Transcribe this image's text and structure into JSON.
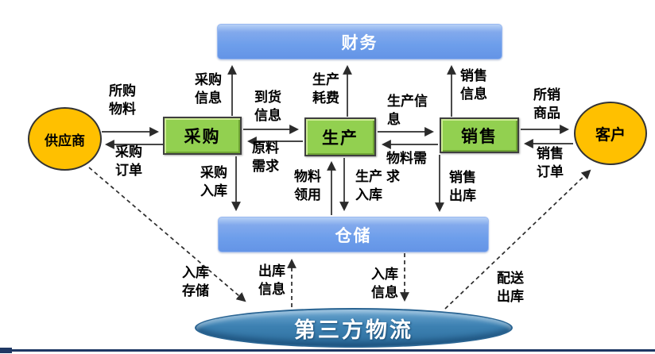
{
  "diagram": {
    "type": "flow-diagram",
    "language": "zh-CN",
    "nodes": {
      "finance": {
        "label": "财务"
      },
      "procurement": {
        "label": "采购"
      },
      "production": {
        "label": "生产"
      },
      "sales": {
        "label": "销售"
      },
      "warehouse": {
        "label": "仓储"
      },
      "supplier": {
        "label": "供应商"
      },
      "customer": {
        "label": "客户"
      },
      "logistics": {
        "label": "第三方物流"
      }
    },
    "edge_labels": {
      "purchased_materials": "所购\n物料",
      "purchase_order": "采购\n订单",
      "procurement_info": "采购\n信息",
      "arrival_info": "到货\n信息",
      "raw_material_demand": "原料\n需求",
      "procurement_inbound": "采购\n入库",
      "production_cost": "生产\n耗费",
      "production_info": "生产信\n息",
      "material_demand": "物料需\n求",
      "material_requisition": "物料\n领用",
      "production_inbound": "生产\n入库",
      "sales_info": "销售\n信息",
      "sold_goods": "所销\n商品",
      "sales_order": "销售\n订单",
      "sales_outbound": "销售\n出库",
      "inbound_storage": "入库\n存储",
      "outbound_info": "出库\n信息",
      "inbound_info": "入库\n信息",
      "delivery_outbound": "配送\n出库"
    },
    "edges": [
      {
        "from": "supplier",
        "to": "procurement",
        "label": "所购物料",
        "style": "solid"
      },
      {
        "from": "procurement",
        "to": "supplier",
        "label": "采购订单",
        "style": "solid"
      },
      {
        "from": "procurement",
        "to": "finance",
        "label": "采购信息",
        "style": "solid"
      },
      {
        "from": "procurement",
        "to": "production",
        "label": "到货信息",
        "style": "solid"
      },
      {
        "from": "production",
        "to": "procurement",
        "label": "原料需求",
        "style": "solid"
      },
      {
        "from": "procurement",
        "to": "warehouse",
        "label": "采购入库",
        "style": "solid"
      },
      {
        "from": "production",
        "to": "finance",
        "label": "生产耗费",
        "style": "solid"
      },
      {
        "from": "production",
        "to": "sales",
        "label": "生产信息",
        "style": "solid"
      },
      {
        "from": "sales",
        "to": "production",
        "label": "物料需求",
        "style": "solid"
      },
      {
        "from": "warehouse",
        "to": "production",
        "label": "物料领用",
        "style": "solid"
      },
      {
        "from": "production",
        "to": "warehouse",
        "label": "生产入库",
        "style": "solid"
      },
      {
        "from": "sales",
        "to": "finance",
        "label": "销售信息",
        "style": "solid"
      },
      {
        "from": "sales",
        "to": "customer",
        "label": "所销商品",
        "style": "solid"
      },
      {
        "from": "customer",
        "to": "sales",
        "label": "销售订单",
        "style": "solid"
      },
      {
        "from": "sales",
        "to": "warehouse",
        "label": "销售出库",
        "style": "solid"
      },
      {
        "from": "supplier",
        "to": "logistics",
        "label": "入库存储",
        "style": "dashed"
      },
      {
        "from": "logistics",
        "to": "warehouse",
        "label": "出库信息",
        "style": "dashed"
      },
      {
        "from": "warehouse",
        "to": "logistics",
        "label": "入库信息",
        "style": "dashed"
      },
      {
        "from": "logistics",
        "to": "customer",
        "label": "配送出库",
        "style": "dashed"
      }
    ],
    "colors": {
      "bar_blue": "#6d9eeb",
      "box_green": "#92d050",
      "circle_orange": "#ffc000",
      "ellipse_blue": "#2e6f9e",
      "arrow_black": "#2b2b2b",
      "bottom_rule_navy": "#1f3864",
      "background": "#ffffff"
    }
  }
}
